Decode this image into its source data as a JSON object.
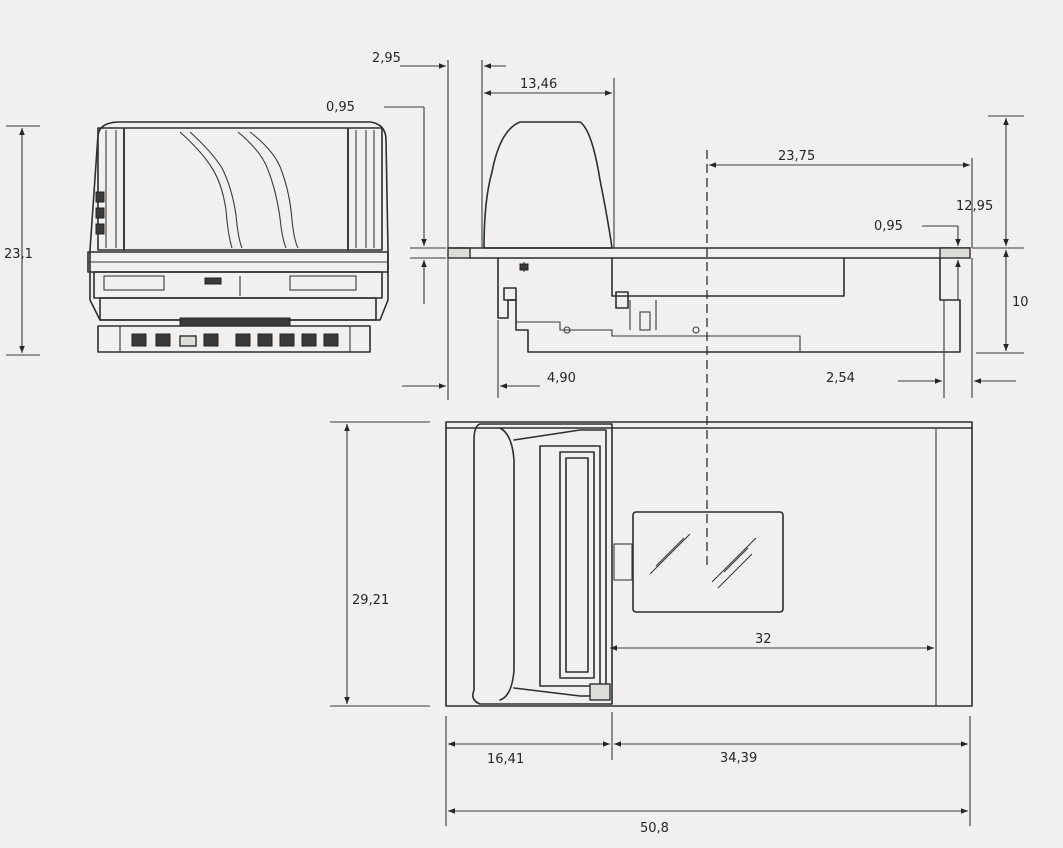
{
  "dimensions": {
    "front_height": "23,1",
    "top_thickness": "0,95",
    "flange_offset": "2,95",
    "dome_width": "13,46",
    "center_offset": "23,75",
    "right_top_height": "12,95",
    "right_flange": "0,95",
    "body_height": "10",
    "step_offset": "4,90",
    "right_step": "2,54",
    "plan_depth": "29,21",
    "plate_length": "32",
    "left_width": "16,41",
    "right_width": "34,39",
    "overall_width": "50,8"
  }
}
